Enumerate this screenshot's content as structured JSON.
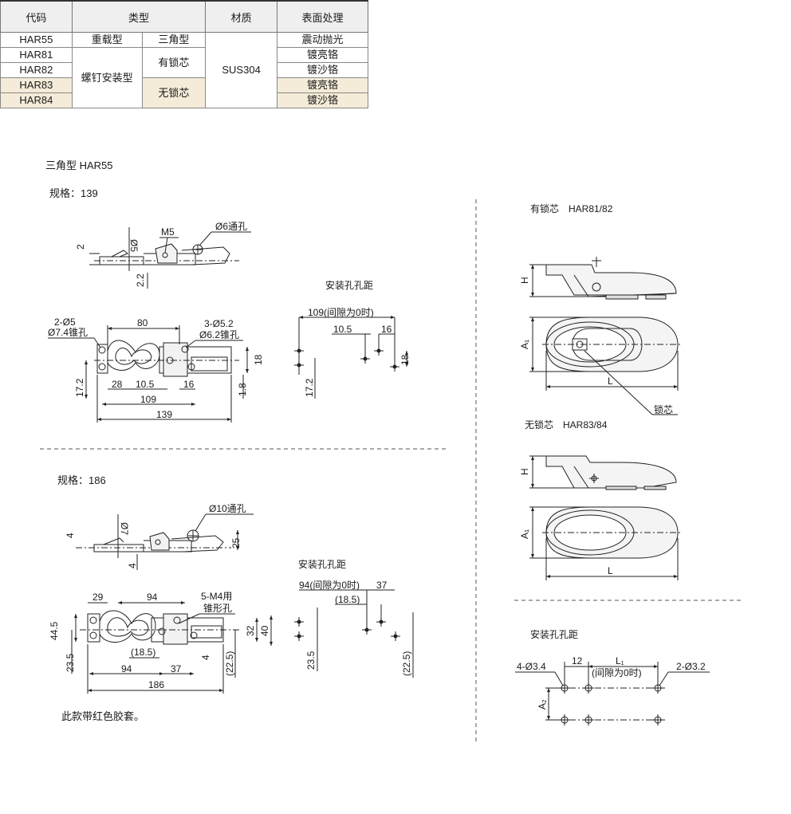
{
  "table": {
    "headers": [
      "代码",
      "类型",
      "材质",
      "表面处理"
    ],
    "rows": [
      {
        "code": "HAR55",
        "type1": "重载型",
        "type2": "三角型",
        "finish": "震动抛光"
      },
      {
        "code": "HAR81",
        "finish": "镀亮铬"
      },
      {
        "code": "HAR82",
        "finish": "镀沙铬"
      },
      {
        "code": "HAR83",
        "finish": "镀亮铬"
      },
      {
        "code": "HAR84",
        "finish": "镀沙铬"
      }
    ],
    "screw_mount": "螺钉安装型",
    "with_lock": "有锁芯",
    "without_lock": "无锁芯",
    "material": "SUS304"
  },
  "section_title": "三角型 HAR55",
  "spec139": {
    "label": "规格：139",
    "dims": {
      "d5_top": "Ø5",
      "m5": "M5",
      "hole6": "Ø6通孔",
      "v2": "2",
      "v2_2": "2.2",
      "holes_2d5": "2-Ø5",
      "tap74": "Ø7.4锥孔",
      "d80": "80",
      "holes_3d52": "3-Ø5.2",
      "tap62": "Ø6.2锥孔",
      "d18": "18",
      "d1_8": "1.8",
      "d17_2": "17.2",
      "d28": "28",
      "d10_5": "10.5",
      "d16": "16",
      "d109": "109",
      "d139": "139"
    }
  },
  "mount139": {
    "title": "安装孔孔距",
    "d109": "109(间隙为0时)",
    "d10_5": "10.5",
    "d16": "16",
    "d18": "18",
    "d17_2": "17.2"
  },
  "spec186": {
    "label": "规格：186",
    "dims": {
      "hole10": "Ø10通孔",
      "d7": "Ø7",
      "v4": "4",
      "v4b": "4",
      "d25": "25",
      "d29": "29",
      "d94": "94",
      "m4": "5-M4用",
      "taper": "锥形孔",
      "d44_5": "44.5",
      "d23_5": "23.5",
      "d18_5": "(18.5)",
      "d94b": "94",
      "d37": "37",
      "d4": "4",
      "d22_5": "(22.5)",
      "d32": "32",
      "d40": "40",
      "d186": "186"
    },
    "note": "此款带红色胶套。"
  },
  "mount186": {
    "title": "安装孔孔距",
    "d94": "94(间隙为0时)",
    "d37": "37",
    "d18_5": "(18.5)",
    "d23_5": "23.5",
    "d22_5": "(22.5)"
  },
  "locked": {
    "title": "有锁芯　HAR81/82",
    "h": "H",
    "a1": "A₁",
    "l": "L",
    "core": "锁芯"
  },
  "unlocked": {
    "title": "无锁芯　HAR83/84",
    "h": "H",
    "a1": "A₁",
    "l": "L"
  },
  "mount_right": {
    "title": "安装孔孔距",
    "holes_4": "4-Ø3.4",
    "d12": "12",
    "l1": "L₁",
    "gap": "(间隙为0时)",
    "holes_2": "2-Ø3.2",
    "a2": "A₂"
  }
}
